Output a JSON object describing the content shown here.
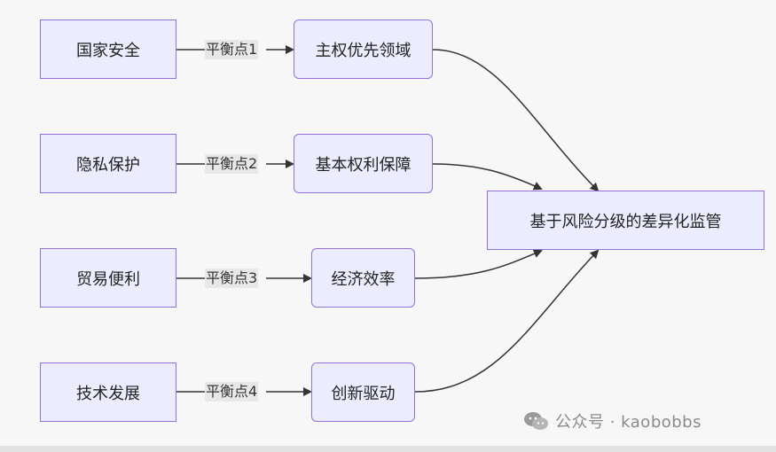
{
  "diagram": {
    "left_nodes": [
      "国家安全",
      "隐私保护",
      "贸易便利",
      "技术发展"
    ],
    "edge_labels": [
      "平衡点1",
      "平衡点2",
      "平衡点3",
      "平衡点4"
    ],
    "middle_nodes": [
      "主权优先领域",
      "基本权利保障",
      "经济效率",
      "创新驱动"
    ],
    "target_node": "基于风险分级的差异化监管"
  },
  "watermark": {
    "text": "公众号 · kaobobbs",
    "icon": "wechat-icon"
  },
  "colors": {
    "node_fill": "#ececff",
    "node_border": "#9370db",
    "edge": "#333333"
  }
}
